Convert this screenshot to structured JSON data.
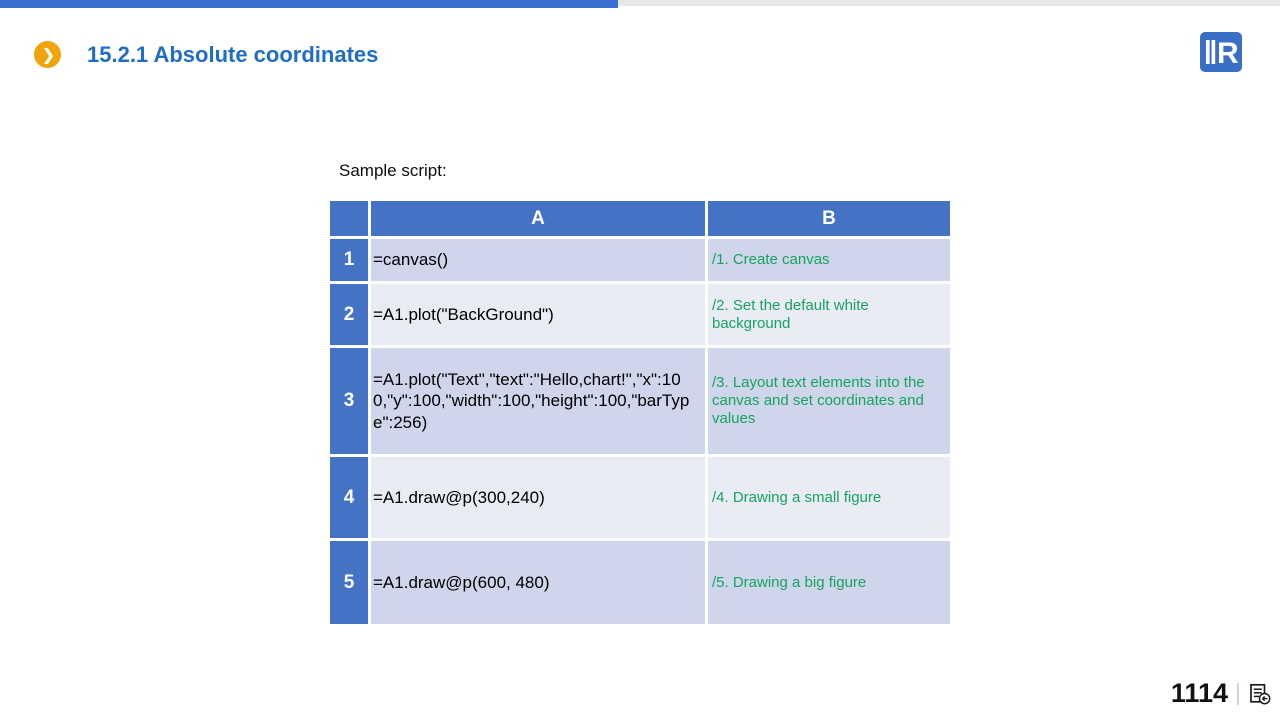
{
  "header": {
    "title": "15.2.1 Absolute coordinates",
    "bullet_glyph": "❯",
    "logo_text": "R"
  },
  "table": {
    "caption": "Sample script:",
    "columns": {
      "a": "A",
      "b": "B"
    },
    "rows": [
      {
        "num": "1",
        "code": "=canvas()",
        "comment": "/1. Create canvas"
      },
      {
        "num": "2",
        "code": "=A1.plot(\"BackGround\")",
        "comment": "/2. Set the default white background"
      },
      {
        "num": "3",
        "code": "=A1.plot(\"Text\",\"text\":\"Hello,chart!\",\"x\":100,\"y\":100,\"width\":100,\"height\":100,\"barType\":256)",
        "comment": "/3. Layout text elements into the canvas and set coordinates and values"
      },
      {
        "num": "4",
        "code": "=A1.draw@p(300,240)",
        "comment": "/4. Drawing a small figure"
      },
      {
        "num": "5",
        "code": "=A1.draw@p(600, 480)",
        "comment": "/5. Drawing a big figure"
      }
    ]
  },
  "footer": {
    "page_number": "1114"
  },
  "colors": {
    "top_bar_blue": "#3d6fd2",
    "table_header_blue": "#4472c4",
    "band_dark": "#cfd5ea",
    "band_light": "#e9ebf5",
    "comment_green": "#17a35e",
    "title_blue": "#1e6ec8",
    "bullet_orange": "#f0a30a"
  }
}
